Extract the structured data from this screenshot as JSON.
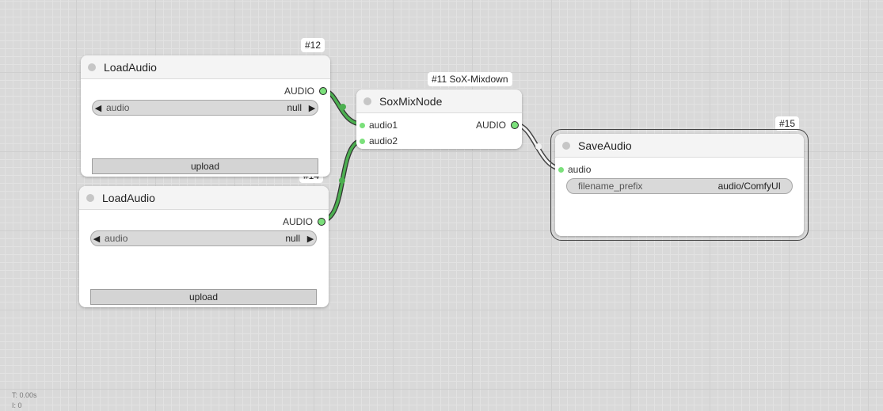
{
  "colors": {
    "background": "#d9d9d9",
    "link": "#4caf50",
    "slot": "#7be07b"
  },
  "icons": {
    "combo_left": "◀",
    "combo_right": "▶"
  },
  "nodes": {
    "load_audio_12": {
      "badge": "#12",
      "title": "LoadAudio",
      "output_label": "AUDIO",
      "widget_label": "audio",
      "widget_value": "null",
      "button_label": "upload"
    },
    "load_audio_14": {
      "badge": "#14",
      "title": "LoadAudio",
      "output_label": "AUDIO",
      "widget_label": "audio",
      "widget_value": "null",
      "button_label": "upload"
    },
    "sox_mix": {
      "badge": "#11 SoX-Mixdown",
      "title": "SoxMixNode",
      "input1_label": "audio1",
      "input2_label": "audio2",
      "output_label": "AUDIO"
    },
    "save_audio": {
      "badge": "#15",
      "title": "SaveAudio",
      "input_label": "audio",
      "widget_label": "filename_prefix",
      "widget_value": "audio/ComfyUI"
    }
  },
  "stats": {
    "time": "T: 0.00s",
    "index": "I: 0"
  }
}
